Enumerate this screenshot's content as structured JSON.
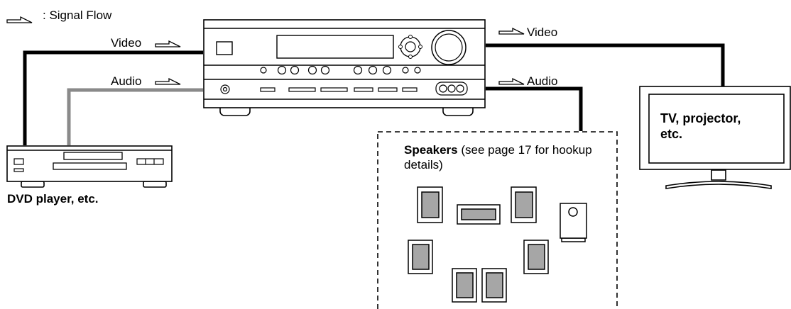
{
  "legend": {
    "icon": "signal-flow-arrow-icon",
    "text": ": Signal Flow"
  },
  "signals": {
    "video_in": "Video",
    "audio_in": "Audio",
    "video_out": "Video",
    "audio_out": "Audio"
  },
  "devices": {
    "source": "DVD player, etc.",
    "display_line1": "TV, projector,",
    "display_line2": "etc.",
    "speakers_title": "Speakers",
    "speakers_note": " (see page 17 for hookup details)"
  },
  "colors": {
    "video_cable": "#000000",
    "audio_in_cable": "#8a8a8a",
    "audio_out_cable": "#000000",
    "speaker_fill": "#a6a6a6"
  }
}
